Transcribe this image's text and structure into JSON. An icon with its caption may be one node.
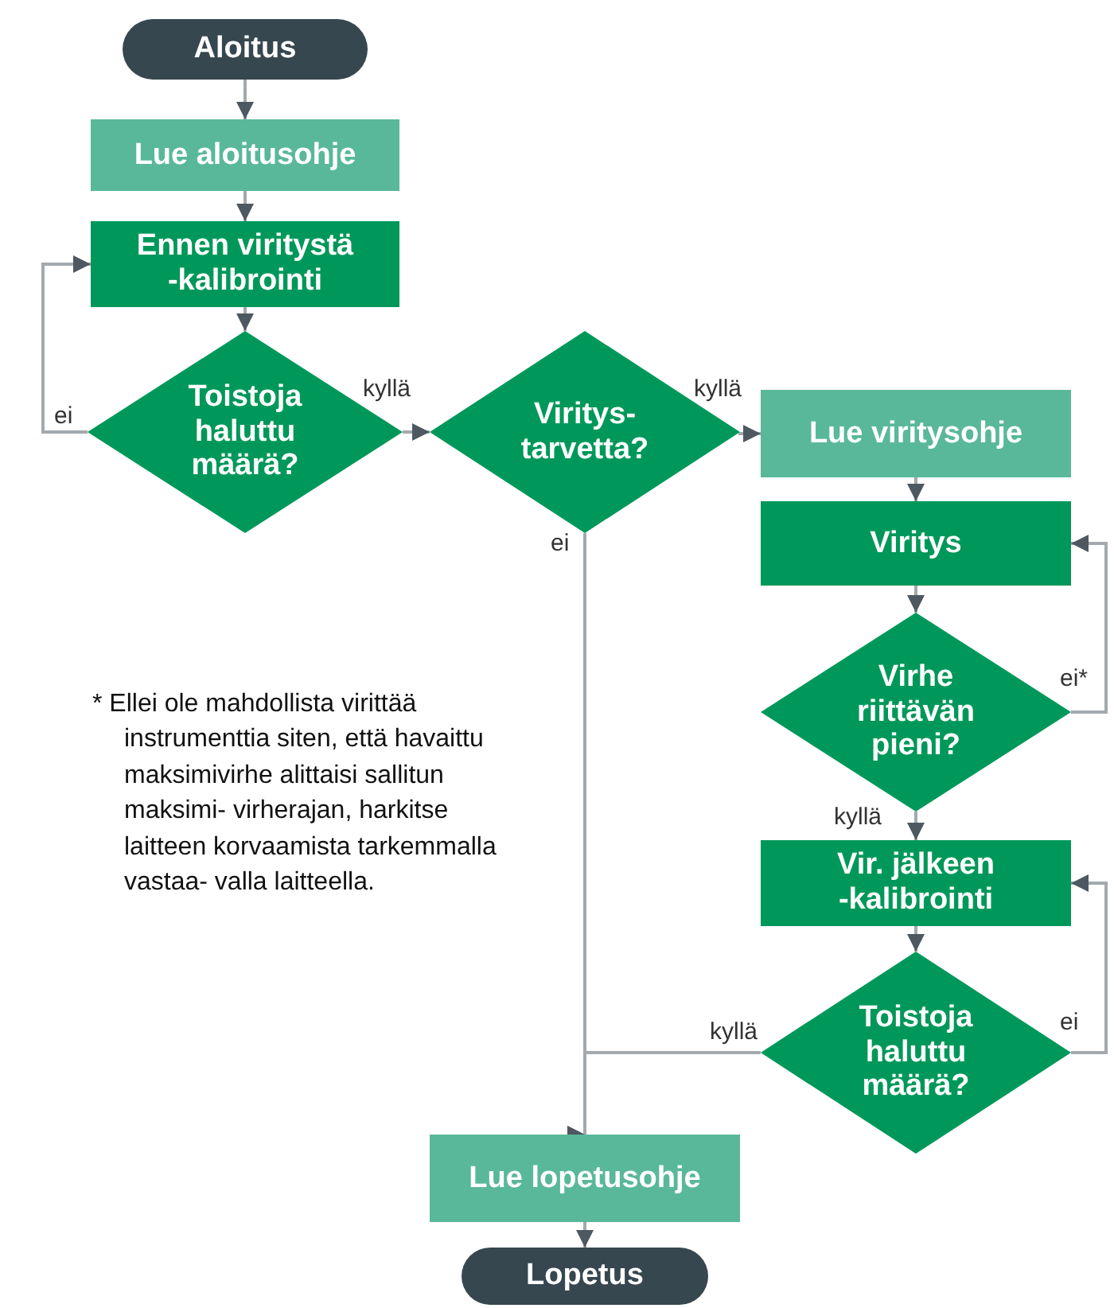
{
  "diagram": {
    "nodes": [
      {
        "text": [
          "Aloitus"
        ]
      },
      {
        "text": [
          "Lue aloitusohje"
        ]
      },
      {
        "text": [
          "Ennen viritystä -kalibrointi"
        ]
      },
      {
        "text": [
          "Toistoja haluttu määrä?"
        ]
      },
      {
        "text": [
          "Viritys- tarvetta?"
        ]
      },
      {
        "text": [
          "Lue viritysohje"
        ]
      },
      {
        "text": [
          "Viritys"
        ]
      },
      {
        "text": [
          "Virhe riittävän pieni?"
        ]
      },
      {
        "text": [
          "Vir. jälkeen -kalibrointi"
        ]
      },
      {
        "text": [
          "Toistoja haluttu määrä?"
        ]
      },
      {
        "text": [
          "Lue lopetusohje"
        ]
      },
      {
        "text": [
          "Lopetus"
        ]
      }
    ],
    "edges": [
      {
        "from": 0,
        "to": 1,
        "arrow": "to"
      },
      {
        "from": 1,
        "to": 2,
        "arrow": "to"
      },
      {
        "from": 2,
        "to": 3,
        "arrow": "to"
      },
      {
        "from": 3,
        "to": 2,
        "arrow": "to",
        "label": "ei"
      },
      {
        "from": 3,
        "to": 4,
        "arrow": "to",
        "label": "kyllä"
      },
      {
        "from": 4,
        "to": 5,
        "arrow": "to",
        "label": "kyllä"
      },
      {
        "from": 4,
        "to": 10,
        "arrow": "to",
        "label": "ei"
      },
      {
        "from": 5,
        "to": 6,
        "arrow": "to"
      },
      {
        "from": 6,
        "to": 7,
        "arrow": "to"
      },
      {
        "from": 7,
        "to": 6,
        "arrow": "to",
        "label": "ei*"
      },
      {
        "from": 7,
        "to": 8,
        "arrow": "to",
        "label": "kyllä"
      },
      {
        "from": 8,
        "to": 9,
        "arrow": "to"
      },
      {
        "from": 9,
        "to": 8,
        "arrow": "to",
        "label": "ei"
      },
      {
        "from": 9,
        "to": 10,
        "arrow": "to",
        "label": "kyllä"
      },
      {
        "from": 10,
        "to": 11,
        "arrow": "to"
      }
    ],
    "labels": [
      "* Ellei ole mahdollista virittää instrumenttia siten, että havaittu maksimivirhe alittaisi sallitun maksimi- virherajan, harkitse laitteen korvaamista tarkemmalla vastaa- valla laitteella."
    ]
  }
}
